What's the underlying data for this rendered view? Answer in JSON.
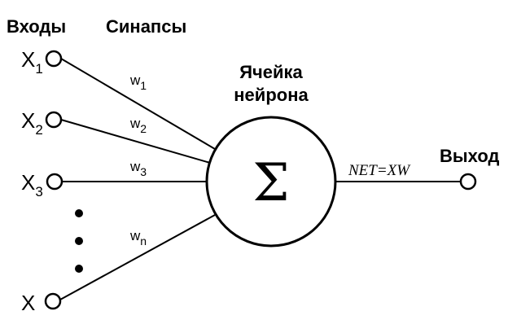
{
  "headers": {
    "inputs": "Входы",
    "synapses": "Синапсы",
    "cell_line1": "Ячейка",
    "cell_line2": "нейрона",
    "output": "Выход"
  },
  "inputs": [
    {
      "label": "X",
      "sub": "1"
    },
    {
      "label": "X",
      "sub": "2"
    },
    {
      "label": "X",
      "sub": "3"
    },
    {
      "label": "X",
      "sub": ""
    }
  ],
  "weights": [
    {
      "label": "w",
      "sub": "1"
    },
    {
      "label": "w",
      "sub": "2"
    },
    {
      "label": "w",
      "sub": "3"
    },
    {
      "label": "w",
      "sub": "n"
    }
  ],
  "neuron": {
    "symbol": "Σ"
  },
  "output_formula": "NET=XW",
  "colors": {
    "stroke": "#000000",
    "background": "#ffffff"
  }
}
